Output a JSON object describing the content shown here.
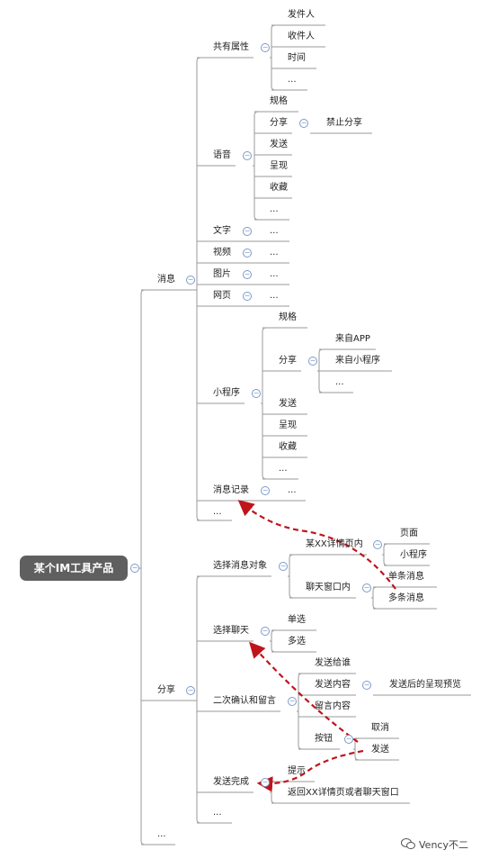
{
  "root": "某个IM工具产品",
  "branches": {
    "message": "消息",
    "share": "分享",
    "more": "..."
  },
  "message": {
    "common": {
      "label": "共有属性",
      "items": [
        "发件人",
        "收件人",
        "时间",
        "..."
      ]
    },
    "voice": {
      "label": "语音",
      "spec": "规格",
      "share": "分享",
      "share_child": "禁止分享",
      "items": [
        "发送",
        "呈现",
        "收藏",
        "..."
      ]
    },
    "text": {
      "label": "文字",
      "child": "..."
    },
    "video": {
      "label": "视频",
      "child": "..."
    },
    "image": {
      "label": "图片",
      "child": "..."
    },
    "web": {
      "label": "网页",
      "child": "..."
    },
    "miniprogram": {
      "label": "小程序",
      "spec": "规格",
      "share": "分享",
      "share_children": [
        "来自APP",
        "来自小程序",
        "..."
      ],
      "items": [
        "发送",
        "呈现",
        "收藏",
        "..."
      ]
    },
    "history": {
      "label": "消息记录",
      "child": "..."
    },
    "more": "..."
  },
  "share": {
    "select_object": {
      "label": "选择消息对象",
      "detail": "某XX详情页内",
      "detail_children": [
        "页面",
        "小程序"
      ],
      "chat": "聊天窗口内",
      "chat_children": [
        "单条消息",
        "多条消息"
      ]
    },
    "select_chat": {
      "label": "选择聊天",
      "items": [
        "单选",
        "多选"
      ]
    },
    "confirm": {
      "label": "二次确认和留言",
      "send_to": "发送给谁",
      "content": "发送内容",
      "content_child": "发送后的呈现预览",
      "note": "留言内容",
      "button": "按钮",
      "button_children": [
        "取消",
        "发送"
      ]
    },
    "done": {
      "label": "发送完成",
      "items": [
        "提示",
        "返回XX详情页或者聊天窗口"
      ]
    },
    "more": "..."
  },
  "watermark": "Vency不二",
  "toggle_glyph": "−",
  "colors": {
    "root_bg": "#5f5f5f",
    "line": "#9a9a9a",
    "arrow": "#c0141b",
    "toggle": "#7b9bc8"
  }
}
